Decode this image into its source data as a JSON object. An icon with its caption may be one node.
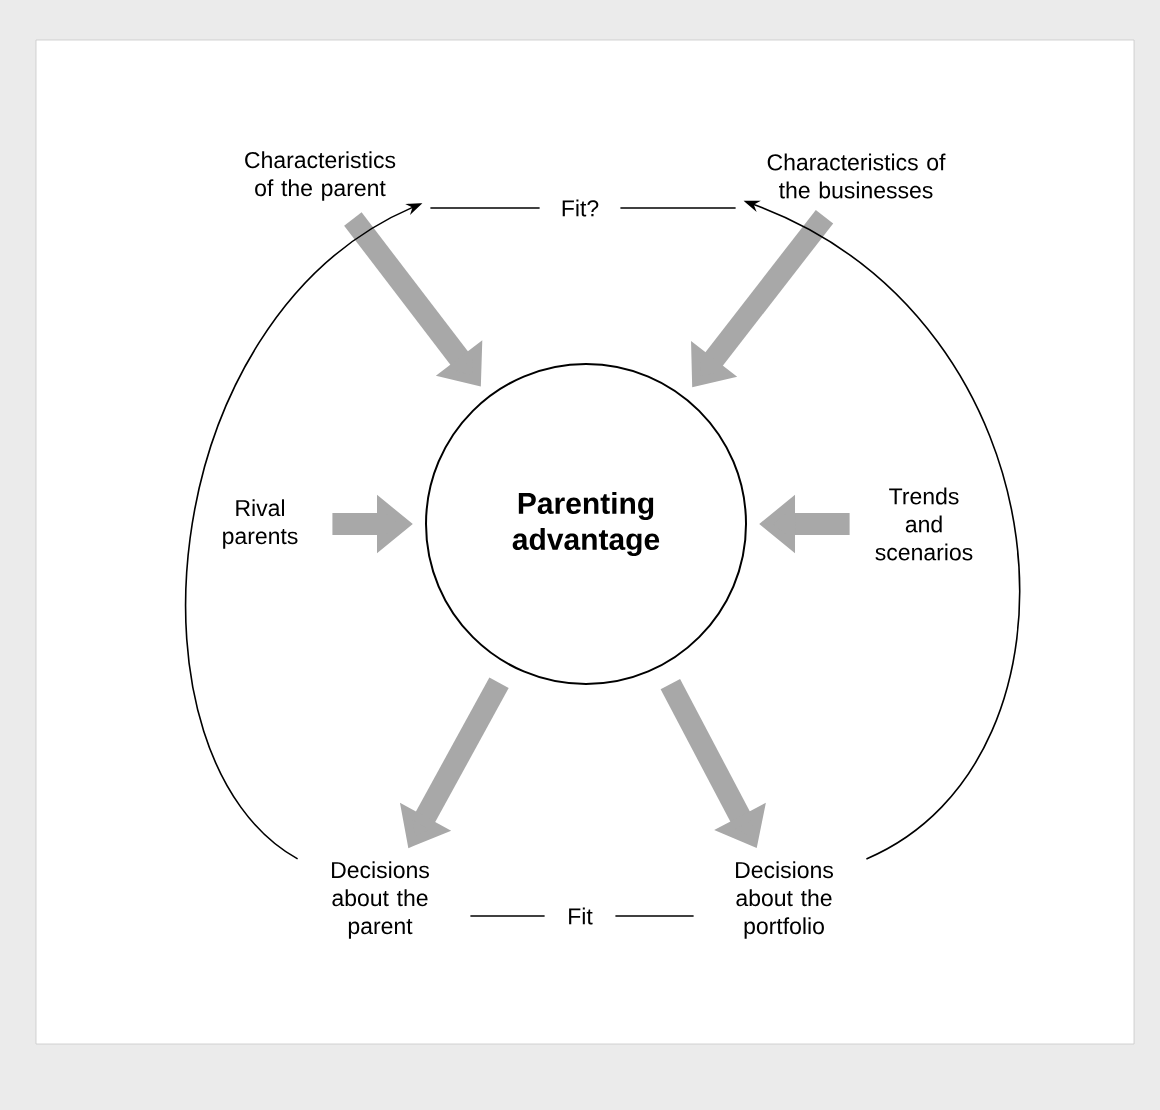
{
  "diagram": {
    "nodes": [
      {
        "text": [
          "Characteristics of the parent"
        ]
      },
      {
        "text": [
          "Fit?"
        ]
      },
      {
        "text": [
          "Characteristics of the businesses"
        ]
      },
      {
        "text": [
          "Parenting advantage"
        ]
      },
      {
        "text": [
          "Rival parents"
        ]
      },
      {
        "text": [
          "Trends and scenarios"
        ]
      },
      {
        "text": [
          "Decisions about the parent"
        ]
      },
      {
        "text": [
          "Fit"
        ]
      },
      {
        "text": [
          "Decisions about the portfolio"
        ]
      }
    ],
    "edges": [
      {
        "from": 0,
        "to": 1,
        "arrow": "none"
      },
      {
        "from": 1,
        "to": 2,
        "arrow": "none"
      },
      {
        "from": 0,
        "to": 3,
        "arrow": "to",
        "style": "thick",
        "color": "#a8a8a8"
      },
      {
        "from": 2,
        "to": 3,
        "arrow": "to",
        "style": "thick",
        "color": "#a8a8a8"
      },
      {
        "from": 4,
        "to": 3,
        "arrow": "to",
        "style": "thick",
        "color": "#a8a8a8"
      },
      {
        "from": 5,
        "to": 3,
        "arrow": "to",
        "style": "thick",
        "color": "#a8a8a8"
      },
      {
        "from": 3,
        "to": 6,
        "arrow": "to",
        "style": "thick",
        "color": "#a8a8a8"
      },
      {
        "from": 3,
        "to": 8,
        "arrow": "to",
        "style": "thick",
        "color": "#a8a8a8"
      },
      {
        "from": 6,
        "to": 7,
        "arrow": "none"
      },
      {
        "from": 7,
        "to": 8,
        "arrow": "none"
      },
      {
        "from": 6,
        "to": 0,
        "arrow": "to"
      },
      {
        "from": 8,
        "to": 2,
        "arrow": "to"
      }
    ]
  }
}
